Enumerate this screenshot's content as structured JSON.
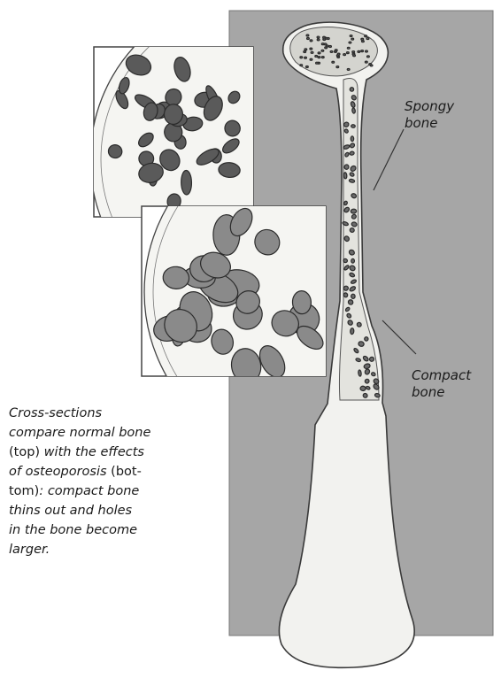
{
  "labels": {
    "spongy": [
      "Spongy",
      "bone"
    ],
    "compact": [
      "Compact",
      "bone"
    ]
  },
  "caption": {
    "lines": [
      [
        {
          "t": "Cross-sections",
          "i": true
        }
      ],
      [
        {
          "t": "compare normal bone",
          "i": true
        }
      ],
      [
        {
          "t": "(top)",
          "i": false
        },
        {
          "t": " with the effects",
          "i": true
        }
      ],
      [
        {
          "t": "of osteoporosis",
          "i": true
        },
        {
          "t": " (bot-",
          "i": false
        }
      ],
      [
        {
          "t": "tom)",
          "i": false
        },
        {
          "t": ": compact bone",
          "i": true
        }
      ],
      [
        {
          "t": "thins out and holes",
          "i": true
        }
      ],
      [
        {
          "t": "in the bone become",
          "i": true
        }
      ],
      [
        {
          "t": "larger.",
          "i": true
        }
      ]
    ]
  },
  "colors": {
    "panel": "#a6a6a6",
    "bone": "#f2f2ef",
    "ink": "#2b2b2b"
  }
}
